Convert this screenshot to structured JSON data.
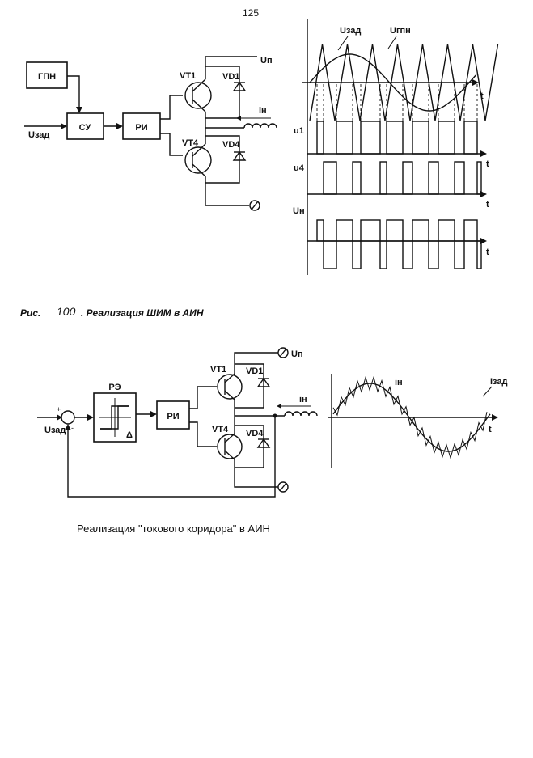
{
  "page_number": "125",
  "figure1": {
    "blocks": {
      "gpn": "ГПН",
      "su": "СУ",
      "ri": "РИ"
    },
    "input_label": "Uзад",
    "supply_label": "Uп",
    "load_current": "iн",
    "transistors": [
      "VT1",
      "VT4"
    ],
    "diodes": [
      "VD1",
      "VD4"
    ],
    "waveforms": {
      "ref_label": "Uзад",
      "carrier_label": "Uгпн",
      "axis_t": "t",
      "signals": [
        "u1",
        "u4",
        "Uн"
      ]
    },
    "caption_prefix": "Рис.",
    "caption_number": "100",
    "caption_text": ". Реализация ШИМ в АИН"
  },
  "figure2": {
    "block_re": "РЭ",
    "block_ri": "РИ",
    "hysteresis_label": "Δ",
    "input_label": "Uзад",
    "plus": "+",
    "minus": "-",
    "supply_label": "Uп",
    "load_current": "iн",
    "transistors": [
      "VT1",
      "VT4"
    ],
    "diodes": [
      "VD1",
      "VD4"
    ],
    "waveforms": {
      "actual_label": "iн",
      "ref_label": "Iзад",
      "axis_t": "t"
    },
    "caption": "Реализация \"токового коридора\" в АИН"
  }
}
